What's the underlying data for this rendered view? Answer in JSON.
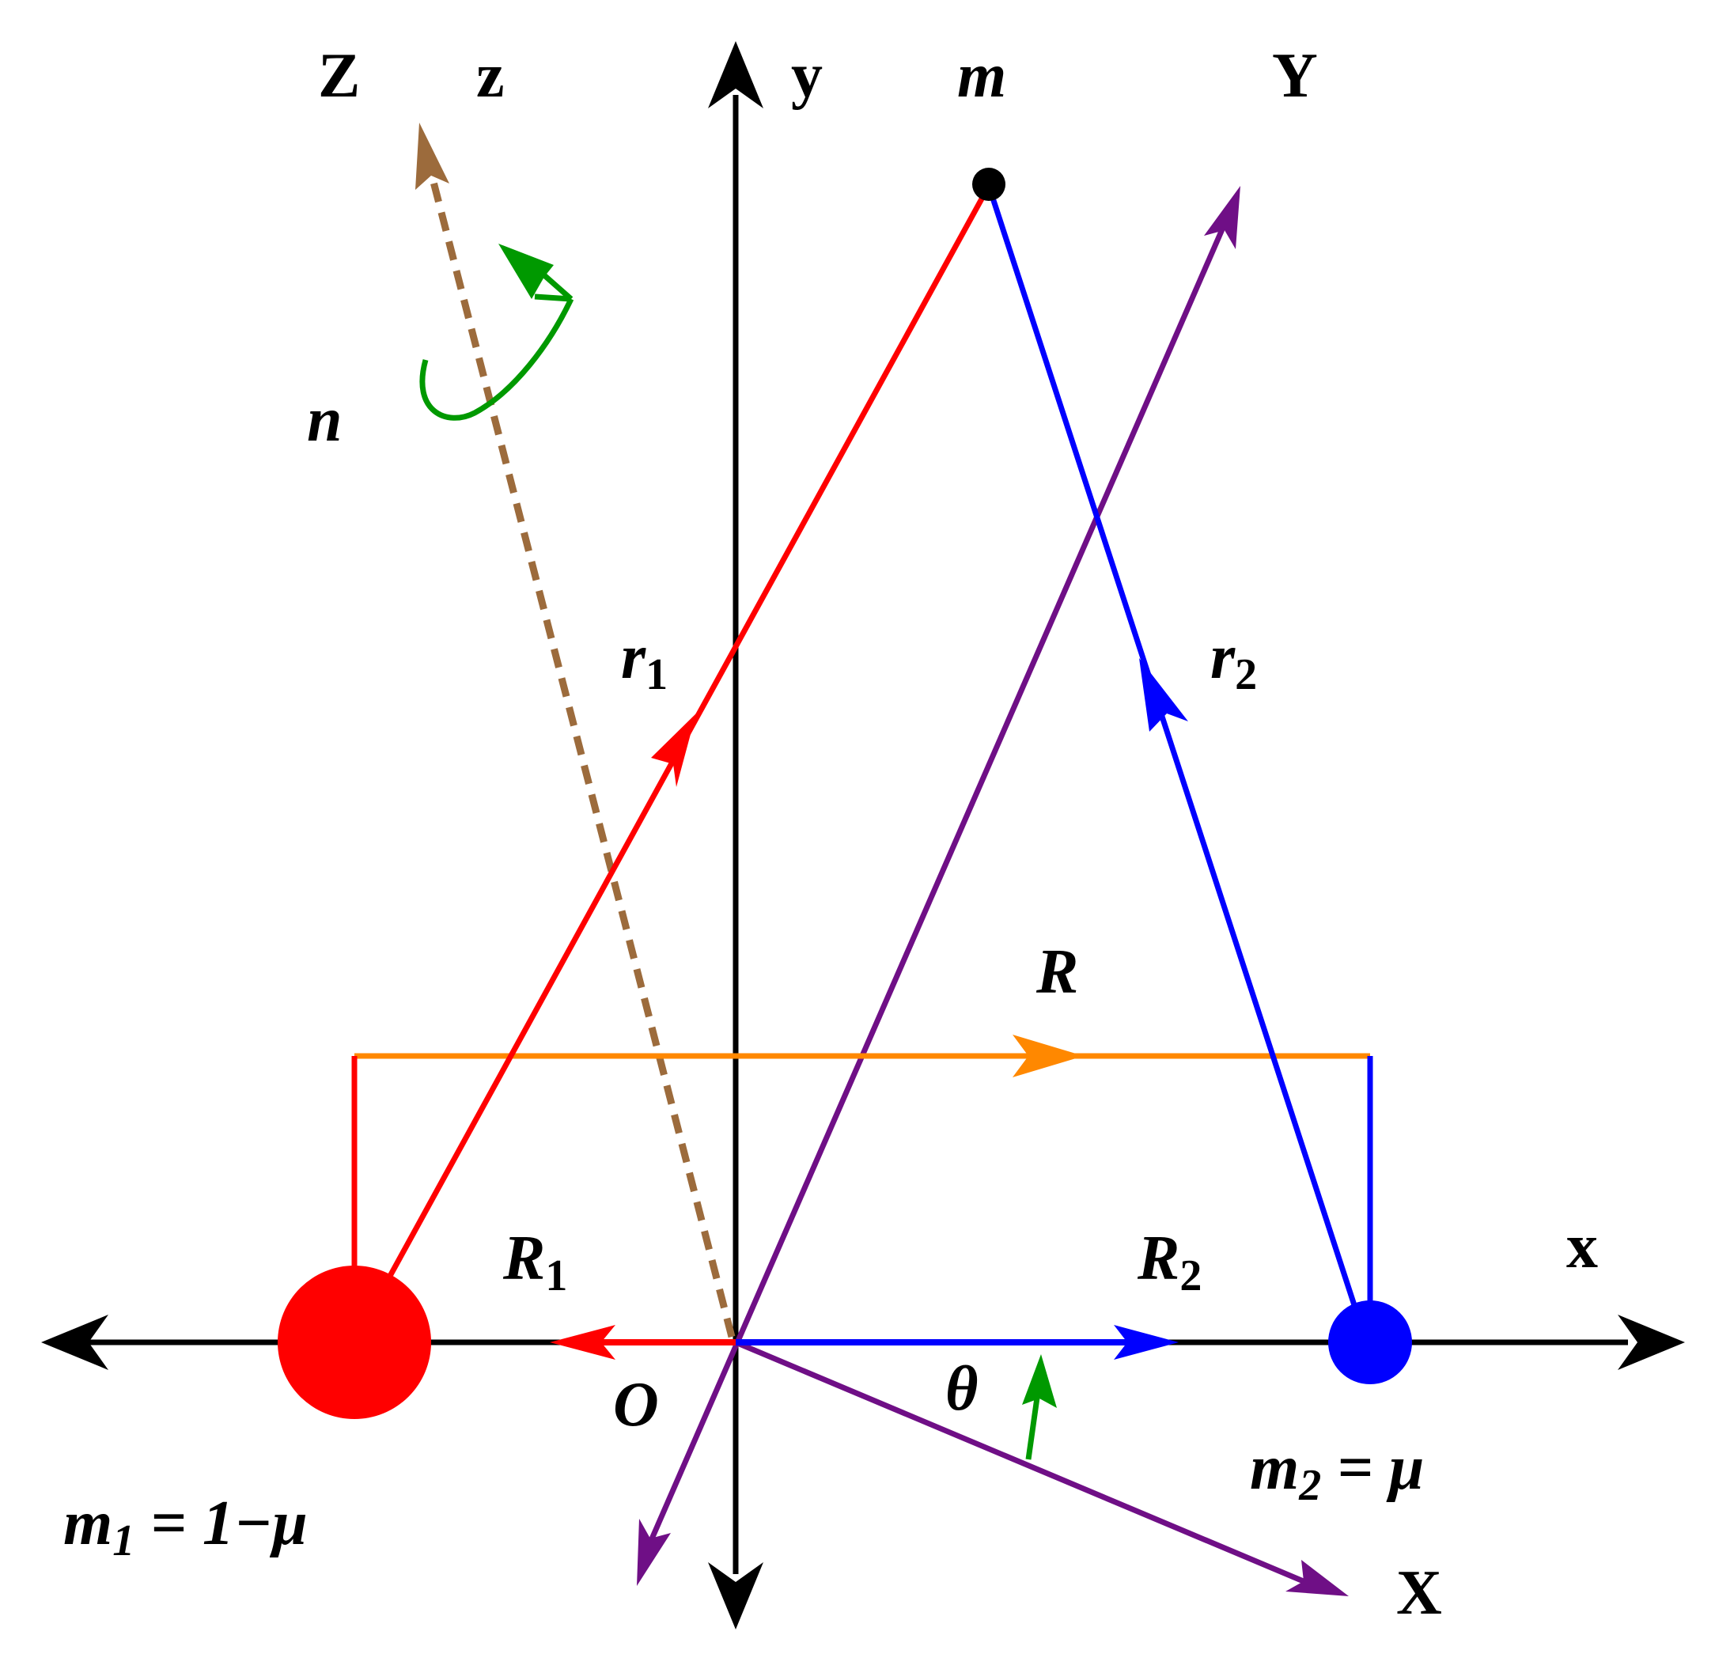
{
  "diagram": {
    "labels": {
      "Z": "Z",
      "z": "z",
      "y": "y",
      "m": "m",
      "Y": "Y",
      "n": "n",
      "r1_base": "r",
      "r1_sub": "1",
      "r2_base": "r",
      "r2_sub": "2",
      "R": "R",
      "R1_base": "R",
      "R1_sub": "1",
      "R2_base": "R",
      "R2_sub": "2",
      "x": "x",
      "O": "O",
      "theta": "θ",
      "m2_base": "m",
      "m2_sub": "2",
      "m2_rest": " = μ",
      "m1_base": "m",
      "m1_sub": "1",
      "m1_rest": " = 1−μ",
      "X": "X"
    },
    "colors": {
      "axes": "#000000",
      "primary1": "#ff0000",
      "primary2": "#0000ff",
      "rotating_axes": "#6f0f86",
      "separation": "#ff8800",
      "normal": "#9c6b3c",
      "rotation_arrow": "#009900",
      "particle": "#000000"
    }
  }
}
